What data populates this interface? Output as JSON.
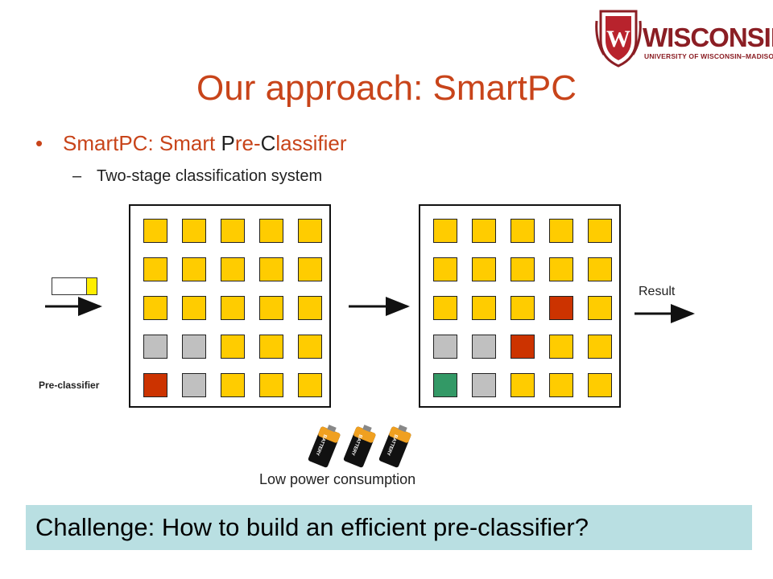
{
  "logo": {
    "shield_letter": "W",
    "wordmark": "WISCONSIN",
    "subtitle": "UNIVERSITY OF WISCONSIN–MADISON",
    "color": "#8b1e24"
  },
  "slide": {
    "title": "Our approach: SmartPC",
    "bullet": {
      "prefix": "SmartPC: Smart ",
      "p_letter": "P",
      "middle": "re-",
      "c_letter": "C",
      "suffix": "lassifier"
    },
    "sub_bullet": "Two-stage classification system",
    "pre_classifier_label": "Pre-classifier",
    "result_label": "Result",
    "low_power_label": "Low power consumption",
    "battery_label": "BATTERY",
    "challenge": "Challenge: How to build an efficient pre-classifier?"
  },
  "colors": {
    "title": "#c8441a",
    "yellow": "#ffcc00",
    "gray": "#c0c0c0",
    "red": "#cc3300",
    "green": "#339966",
    "callout_bg": "#b9dfe2"
  },
  "grids": {
    "left": [
      [
        "yellow",
        "yellow",
        "yellow",
        "yellow",
        "yellow"
      ],
      [
        "yellow",
        "yellow",
        "yellow",
        "yellow",
        "yellow"
      ],
      [
        "yellow",
        "yellow",
        "yellow",
        "yellow",
        "yellow"
      ],
      [
        "gray",
        "gray",
        "yellow",
        "yellow",
        "yellow"
      ],
      [
        "red",
        "gray",
        "yellow",
        "yellow",
        "yellow"
      ]
    ],
    "right": [
      [
        "yellow",
        "yellow",
        "yellow",
        "yellow",
        "yellow"
      ],
      [
        "yellow",
        "yellow",
        "yellow",
        "yellow",
        "yellow"
      ],
      [
        "yellow",
        "yellow",
        "yellow",
        "red",
        "yellow"
      ],
      [
        "gray",
        "gray",
        "red",
        "yellow",
        "yellow"
      ],
      [
        "green",
        "gray",
        "yellow",
        "yellow",
        "yellow"
      ]
    ]
  }
}
